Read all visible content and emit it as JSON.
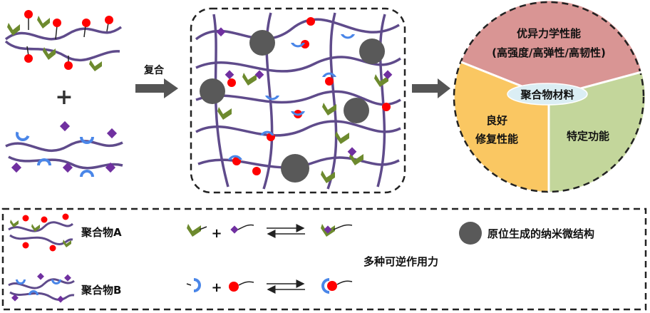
{
  "top": {
    "plus": "+",
    "arrow_label": "复合"
  },
  "pie": {
    "center_label": "聚合物材料",
    "slice_top_line1": "优异力学性能",
    "slice_top_line2": "(高强度/高弹性/高韧性)",
    "slice_left_line1": "良好",
    "slice_left_line2": "修复性能",
    "slice_right": "特定功能",
    "colors": {
      "top": "#d99594",
      "left": "#fac762",
      "right": "#c3d69b",
      "center": "#dbeef4"
    }
  },
  "legend": {
    "polymer_a": "聚合物A",
    "polymer_b": "聚合物B",
    "nanostructure": "原位生成的纳米微结构",
    "forces": "多种可逆作用力",
    "plus": "+"
  },
  "colors": {
    "chain": "#5f4b8b",
    "green": "#6d8a2e",
    "purple": "#7030a0",
    "red": "#ff0000",
    "blue": "#4a86e8",
    "particle": "#595959"
  }
}
